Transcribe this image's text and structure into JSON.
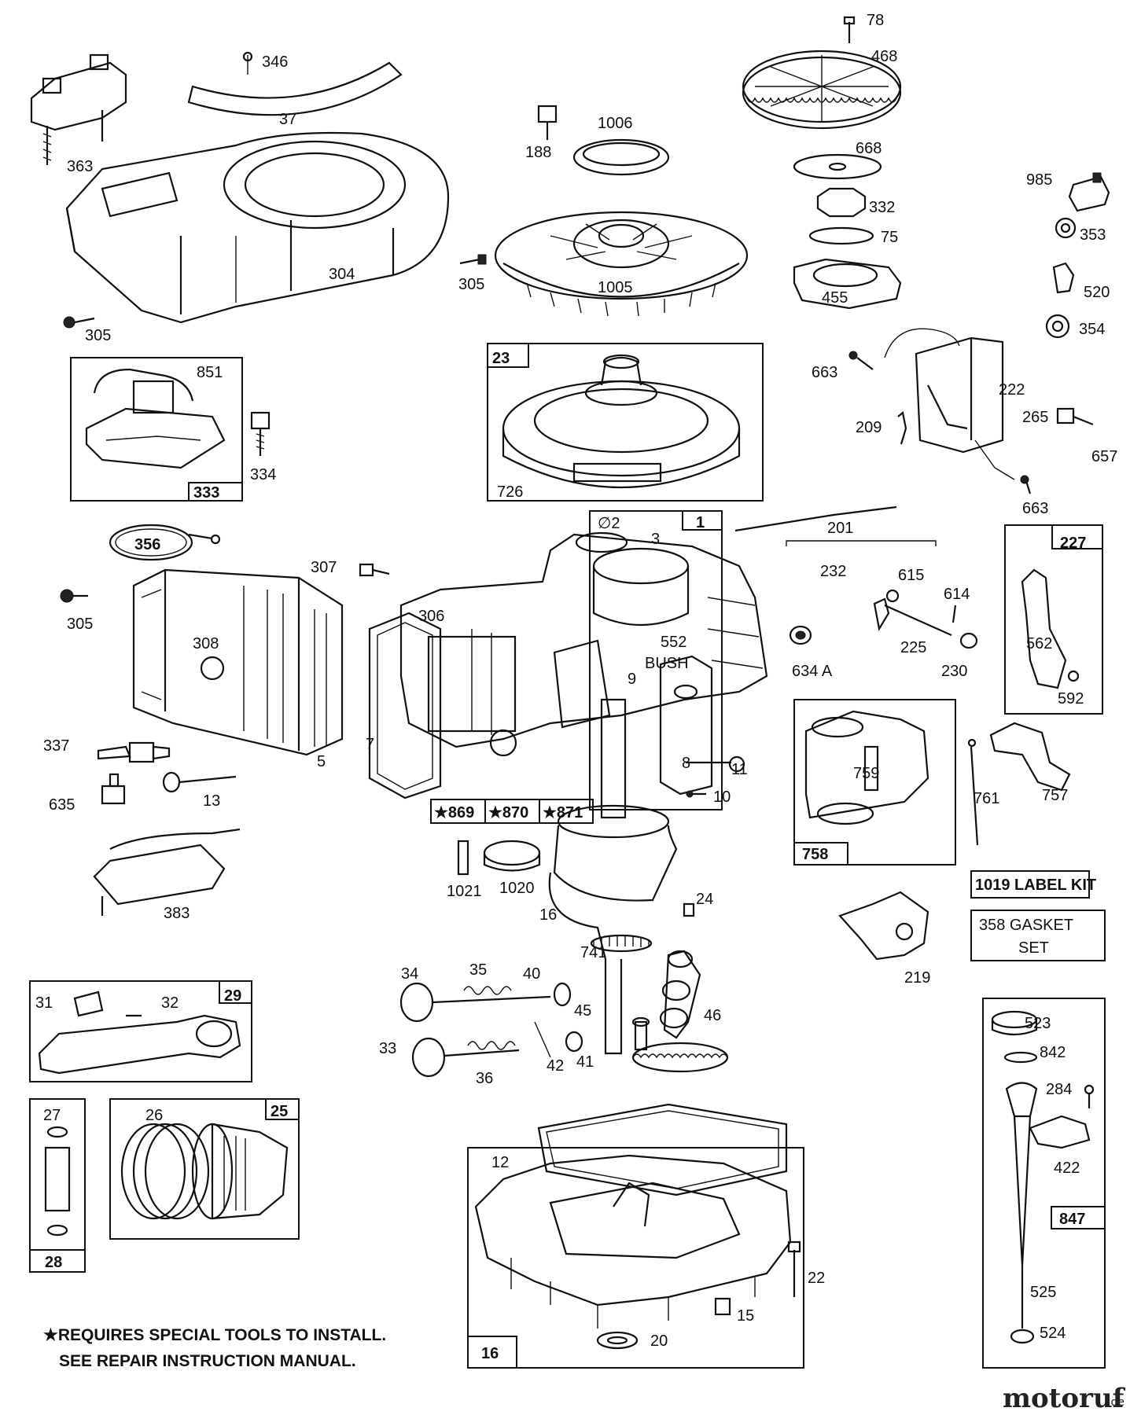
{
  "parts": {
    "p78": "78",
    "p468": "468",
    "p346": "346",
    "p37": "37",
    "p363": "363",
    "p188": "188",
    "p1006": "1006",
    "p668": "668",
    "p985": "985",
    "p332": "332",
    "p75": "75",
    "p353": "353",
    "p304": "304",
    "p305a": "305",
    "p305b": "305",
    "p305c": "305",
    "p1005": "1005",
    "p455": "455",
    "p520": "520",
    "p354": "354",
    "p851": "851",
    "p334": "334",
    "p333": "333",
    "p23": "23",
    "p726": "726",
    "p663a": "663",
    "p663b": "663",
    "p222": "222",
    "p209": "209",
    "p265": "265",
    "p657": "657",
    "p356": "356",
    "p307": "307",
    "p2": "∅2",
    "p3": "3",
    "p1": "1",
    "p201": "201",
    "p232": "232",
    "p227": "227",
    "p615": "615",
    "p614": "614",
    "p225": "225",
    "p230": "230",
    "p562": "562",
    "p592": "592",
    "p306": "306",
    "p308": "308",
    "p552": "552",
    "bush": "BUSH",
    "p634a": "634 A",
    "p5": "5",
    "p7": "7",
    "p9": "9",
    "p8": "8",
    "p11": "11",
    "p10": "10",
    "p337": "337",
    "p635": "635",
    "p13": "13",
    "p869": "★869",
    "p870": "★870",
    "p871": "★871",
    "p759": "759",
    "p761": "761",
    "p757": "757",
    "p758": "758",
    "p383": "383",
    "p1021": "1021",
    "p1020": "1020",
    "p16a": "16",
    "p24": "24",
    "p741": "741",
    "p219": "219",
    "p34": "34",
    "p35": "35",
    "p40": "40",
    "p45": "45",
    "p46": "46",
    "p31": "31",
    "p32": "32",
    "p29": "29",
    "p33": "33",
    "p36": "36",
    "p42": "42",
    "p41": "41",
    "p27": "27",
    "p26": "26",
    "p25": "25",
    "p28": "28",
    "p12": "12",
    "p523": "523",
    "p842": "842",
    "p284": "284",
    "p422": "422",
    "p847": "847",
    "p525": "525",
    "p524": "524",
    "p22": "22",
    "p15": "15",
    "p20": "20",
    "p16b": "16"
  },
  "kits": {
    "label_kit": "1019 LABEL KIT",
    "gasket_line1": "358 GASKET",
    "gasket_line2": "SET"
  },
  "footnote": {
    "line1": "★REQUIRES SPECIAL TOOLS TO INSTALL.",
    "line2": "SEE REPAIR INSTRUCTION MANUAL."
  },
  "watermark": {
    "brand": "motoruf",
    "suffix": ".de"
  }
}
